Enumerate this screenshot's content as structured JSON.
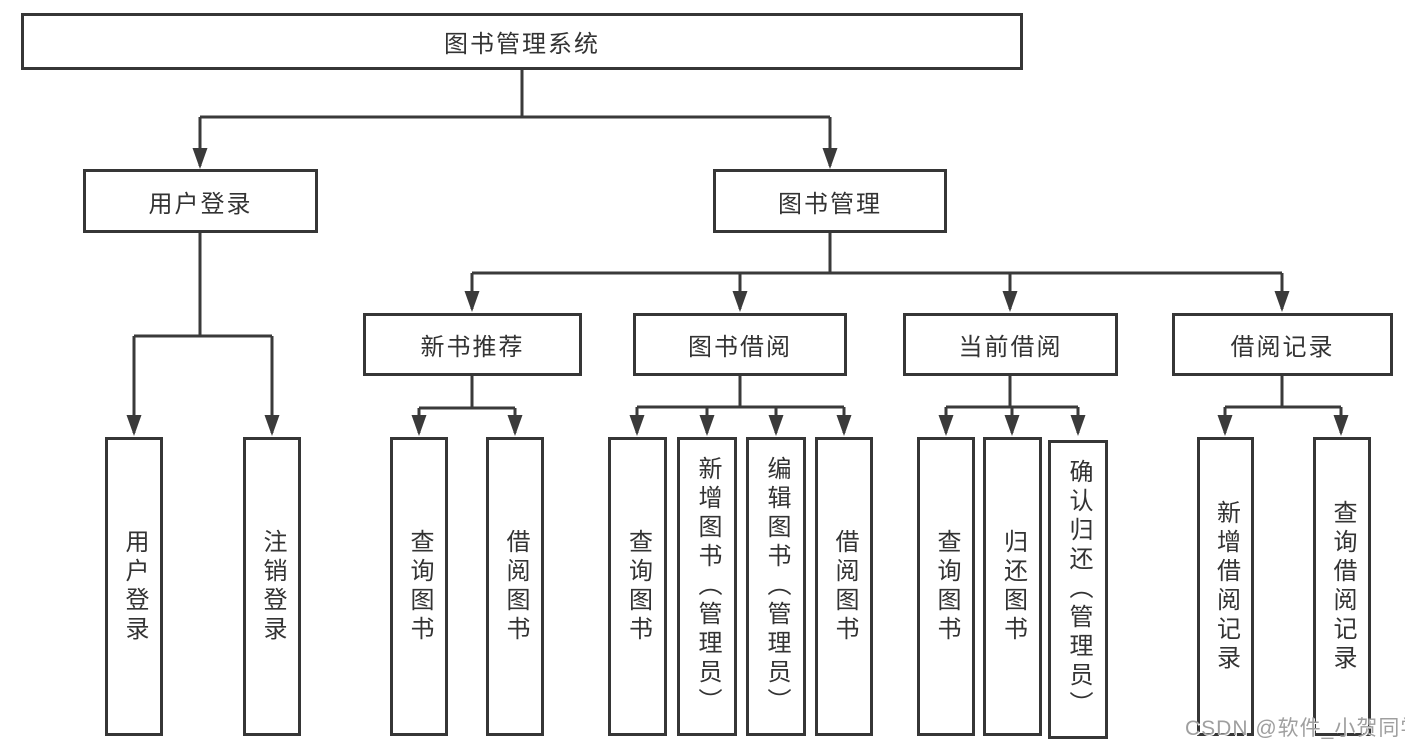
{
  "diagram": {
    "root": "图书管理系统",
    "branches": {
      "user_login": {
        "label": "用户登录",
        "children": [
          "用户登录",
          "注销登录"
        ]
      },
      "book_mgmt": {
        "label": "图书管理",
        "modules": [
          {
            "label": "新书推荐",
            "children": [
              "查询图书",
              "借阅图书"
            ]
          },
          {
            "label": "图书借阅",
            "children": [
              "查询图书",
              "新增图书（管理员）",
              "编辑图书（管理员）",
              "借阅图书"
            ]
          },
          {
            "label": "当前借阅",
            "children": [
              "查询图书",
              "归还图书",
              "确认归还（管理员）"
            ]
          },
          {
            "label": "借阅记录",
            "children": [
              "新增借阅记录",
              "查询借阅记录"
            ]
          }
        ]
      }
    },
    "watermark": "CSDN @软件_小贺同学",
    "colors": {
      "line": "#3a3a3a",
      "border": "#363636",
      "text": "#333333",
      "watermark": "#9f9f9f",
      "background": "#ffffff"
    }
  }
}
